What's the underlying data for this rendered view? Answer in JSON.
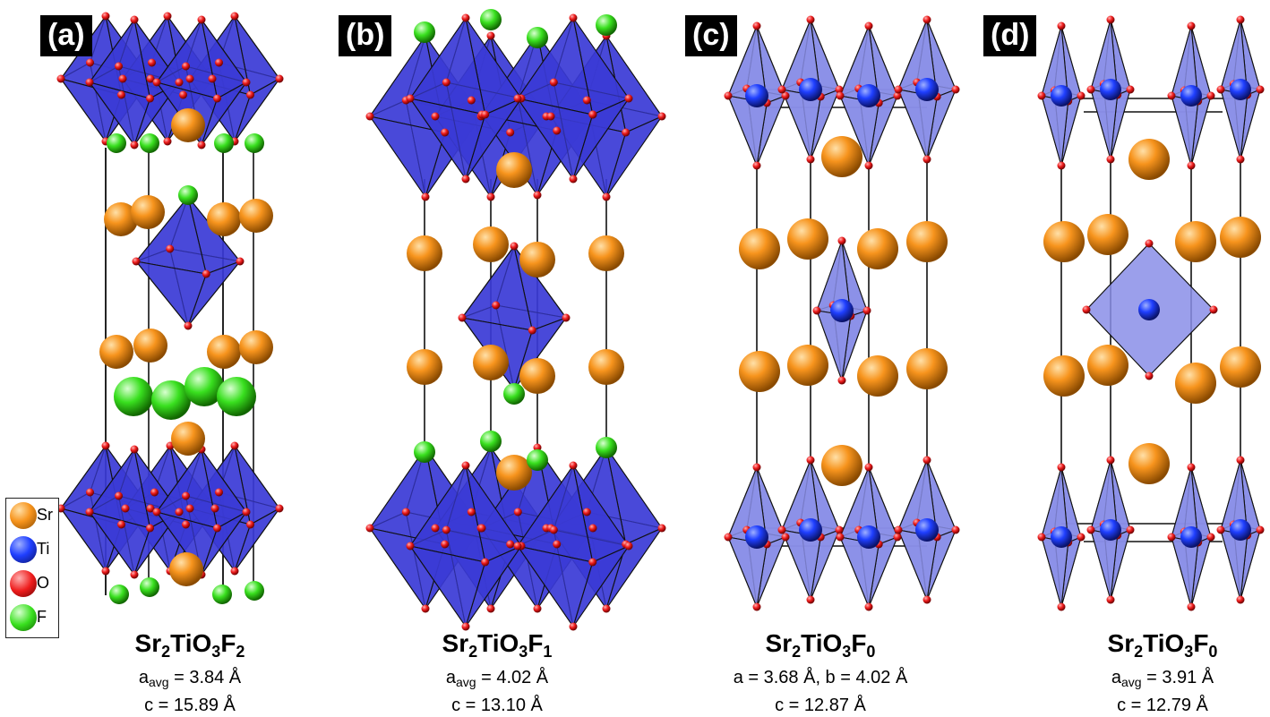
{
  "panels": [
    {
      "label": "(a)",
      "formula": {
        "base": "Sr",
        "s1": "2",
        "mid1": "TiO",
        "s2": "3",
        "mid2": "F",
        "s3": "2"
      },
      "line1": {
        "sym": "a",
        "sub": "avg",
        "rest": " = 3.84 Å"
      },
      "line2": "c = 15.89 Å"
    },
    {
      "label": "(b)",
      "formula": {
        "base": "Sr",
        "s1": "2",
        "mid1": "TiO",
        "s2": "3",
        "mid2": "F",
        "s3": "1"
      },
      "line1": {
        "sym": "a",
        "sub": "avg",
        "rest": " = 4.02 Å"
      },
      "line2": "c = 13.10 Å"
    },
    {
      "label": "(c)",
      "formula": {
        "base": "Sr",
        "s1": "2",
        "mid1": "TiO",
        "s2": "3",
        "mid2": "F",
        "s3": "0"
      },
      "line1": {
        "sym": "a = 3.68 Å, b = 4.02 Å",
        "sub": "",
        "rest": ""
      },
      "line2": "c = 12.87 Å"
    },
    {
      "label": "(d)",
      "formula": {
        "base": "Sr",
        "s1": "2",
        "mid1": "TiO",
        "s2": "3",
        "mid2": "F",
        "s3": "0"
      },
      "line1": {
        "sym": "a",
        "sub": "avg",
        "rest": " = 3.91 Å"
      },
      "line2": "c = 12.79 Å"
    }
  ],
  "legend": [
    {
      "label": "Sr",
      "color": "#f7941d"
    },
    {
      "label": "Ti",
      "color": "#1f3fff"
    },
    {
      "label": "O",
      "color": "#ee1c1c"
    },
    {
      "label": "F",
      "color": "#39e01f"
    }
  ],
  "colors": {
    "octa_fill": "#3a3ad6",
    "octa_light": "#8a8ee8",
    "edge": "#111111"
  }
}
